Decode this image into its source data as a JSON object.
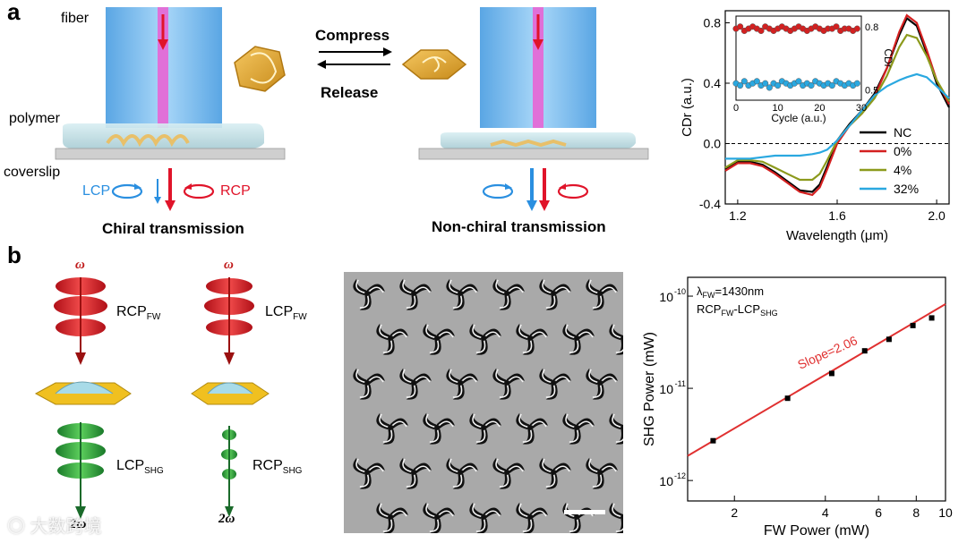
{
  "panel_a": {
    "label": "a",
    "fiber_label": "fiber",
    "polymer_label": "polymer",
    "coverslip_label": "coverslip",
    "compress_label": "Compress",
    "release_label": "Release",
    "lcp_label": "LCP",
    "rcp_label": "RCP",
    "chiral_caption": "Chiral transmission",
    "nonchiral_caption": "Non-chiral transmission"
  },
  "panel_b": {
    "label": "b",
    "omega": "ω",
    "two_omega": "2ω",
    "rcp": "RCP",
    "lcp": "LCP",
    "fw_sub": "FW",
    "shg_sub": "SHG"
  },
  "watermark": "大数跨境",
  "colors": {
    "nc": "#000000",
    "p0": "#d42020",
    "p4": "#8c9a1c",
    "p32": "#2aa8e0",
    "fit": "#e03030"
  },
  "chart_data": [
    {
      "type": "line",
      "xlabel": "Wavelength (μm)",
      "ylabel": "CDr (a.u.)",
      "xlim": [
        1.15,
        2.05
      ],
      "ylim": [
        -0.4,
        0.88
      ],
      "xticks": [
        1.2,
        1.6,
        2.0
      ],
      "yticks": [
        -0.4,
        0.0,
        0.4,
        0.8
      ],
      "tick_labels_x": [
        "1.2",
        "1.6",
        "2.0"
      ],
      "tick_labels_y": [
        "-0.4",
        "0.0",
        "0.4",
        "0.8"
      ],
      "zero_line": true,
      "legend": "bottom-right",
      "series": [
        {
          "name": "NC",
          "color": "#000000",
          "x": [
            1.15,
            1.2,
            1.25,
            1.3,
            1.35,
            1.4,
            1.45,
            1.5,
            1.53,
            1.56,
            1.6,
            1.65,
            1.7,
            1.75,
            1.8,
            1.85,
            1.88,
            1.92,
            1.96,
            2.0,
            2.05
          ],
          "y": [
            -0.17,
            -0.12,
            -0.12,
            -0.14,
            -0.19,
            -0.25,
            -0.31,
            -0.32,
            -0.27,
            -0.15,
            0.02,
            0.13,
            0.22,
            0.33,
            0.5,
            0.72,
            0.83,
            0.78,
            0.6,
            0.4,
            0.24
          ]
        },
        {
          "name": "0%",
          "color": "#d42020",
          "x": [
            1.15,
            1.2,
            1.25,
            1.3,
            1.35,
            1.4,
            1.45,
            1.5,
            1.53,
            1.56,
            1.6,
            1.65,
            1.7,
            1.75,
            1.8,
            1.85,
            1.88,
            1.92,
            1.96,
            2.0,
            2.05
          ],
          "y": [
            -0.18,
            -0.13,
            -0.13,
            -0.15,
            -0.2,
            -0.26,
            -0.32,
            -0.34,
            -0.29,
            -0.17,
            0.0,
            0.12,
            0.2,
            0.31,
            0.5,
            0.74,
            0.85,
            0.8,
            0.62,
            0.42,
            0.26
          ]
        },
        {
          "name": "4%",
          "color": "#8c9a1c",
          "x": [
            1.15,
            1.2,
            1.25,
            1.3,
            1.35,
            1.4,
            1.45,
            1.5,
            1.53,
            1.56,
            1.6,
            1.65,
            1.7,
            1.75,
            1.8,
            1.85,
            1.88,
            1.92,
            1.96,
            2.0,
            2.05
          ],
          "y": [
            -0.16,
            -0.11,
            -0.11,
            -0.12,
            -0.16,
            -0.2,
            -0.24,
            -0.24,
            -0.2,
            -0.11,
            0.02,
            0.12,
            0.2,
            0.3,
            0.45,
            0.64,
            0.72,
            0.7,
            0.58,
            0.42,
            0.28
          ]
        },
        {
          "name": "32%",
          "color": "#2aa8e0",
          "x": [
            1.15,
            1.2,
            1.25,
            1.3,
            1.35,
            1.4,
            1.45,
            1.5,
            1.53,
            1.56,
            1.6,
            1.65,
            1.7,
            1.75,
            1.8,
            1.85,
            1.88,
            1.92,
            1.96,
            2.0,
            2.05
          ],
          "y": [
            -0.1,
            -0.1,
            -0.1,
            -0.09,
            -0.08,
            -0.08,
            -0.08,
            -0.07,
            -0.06,
            -0.04,
            0.02,
            0.12,
            0.22,
            0.32,
            0.38,
            0.42,
            0.44,
            0.46,
            0.44,
            0.38,
            0.3
          ]
        }
      ],
      "inset": {
        "xlabel": "Cycle (a.u.)",
        "ylabel": "CDr",
        "xlim": [
          0,
          30
        ],
        "ylim": [
          0.45,
          0.85
        ],
        "xticks": [
          0,
          10,
          20,
          30
        ],
        "yticks": [
          0.5,
          0.8
        ],
        "series": [
          {
            "color": "#d42020",
            "x": [
              0,
              1,
              2,
              3,
              4,
              5,
              6,
              7,
              8,
              9,
              10,
              11,
              12,
              13,
              14,
              15,
              16,
              17,
              18,
              19,
              20,
              21,
              22,
              23,
              24,
              25,
              26,
              27,
              28,
              29
            ],
            "y": [
              0.79,
              0.8,
              0.78,
              0.79,
              0.8,
              0.79,
              0.78,
              0.8,
              0.79,
              0.78,
              0.79,
              0.8,
              0.79,
              0.78,
              0.79,
              0.8,
              0.79,
              0.78,
              0.79,
              0.8,
              0.79,
              0.78,
              0.79,
              0.79,
              0.8,
              0.78,
              0.79,
              0.79,
              0.78,
              0.79
            ]
          },
          {
            "color": "#2aa8e0",
            "x": [
              0,
              1,
              2,
              3,
              4,
              5,
              6,
              7,
              8,
              9,
              10,
              11,
              12,
              13,
              14,
              15,
              16,
              17,
              18,
              19,
              20,
              21,
              22,
              23,
              24,
              25,
              26,
              27,
              28,
              29
            ],
            "y": [
              0.53,
              0.52,
              0.54,
              0.52,
              0.53,
              0.54,
              0.52,
              0.53,
              0.51,
              0.53,
              0.52,
              0.54,
              0.53,
              0.52,
              0.53,
              0.54,
              0.52,
              0.53,
              0.52,
              0.54,
              0.53,
              0.52,
              0.53,
              0.52,
              0.54,
              0.53,
              0.52,
              0.53,
              0.52,
              0.53
            ]
          }
        ]
      }
    },
    {
      "type": "scatter",
      "xlabel": "FW Power (mW)",
      "ylabel": "SHG Power (mW)",
      "xscale": "log",
      "yscale": "log",
      "xlim": [
        1.4,
        10
      ],
      "ylim": [
        6e-13,
        1.6e-10
      ],
      "xtick_values": [
        2,
        4,
        6,
        8,
        10
      ],
      "xtick_labels": [
        "2",
        "4",
        "6",
        "8",
        "10"
      ],
      "ytick_values": [
        1e-12,
        1e-11,
        1e-10
      ],
      "ytick_labels": [
        "10",
        "10",
        "10"
      ],
      "ytick_exponents": [
        "-12",
        "-11",
        "-10"
      ],
      "annotation_lambda": "λ",
      "annotation_lambda_sub": "FW",
      "annotation_lambda_value": "=1430nm",
      "annotation_pol_a": "RCP",
      "annotation_pol_a_sub": "FW",
      "annotation_pol_sep": "-LCP",
      "annotation_pol_b_sub": "SHG",
      "slope_label": "Slope=2.06",
      "points": {
        "x": [
          1.7,
          3.0,
          4.2,
          5.4,
          6.5,
          7.8,
          9.0
        ],
        "y": [
          2.7e-12,
          7.8e-12,
          1.45e-11,
          2.55e-11,
          3.4e-11,
          4.8e-11,
          5.8e-11
        ]
      },
      "fit": {
        "slope": 2.06,
        "x": [
          1.4,
          10
        ],
        "y": [
          1.85e-12,
          8.2e-11
        ]
      }
    }
  ]
}
